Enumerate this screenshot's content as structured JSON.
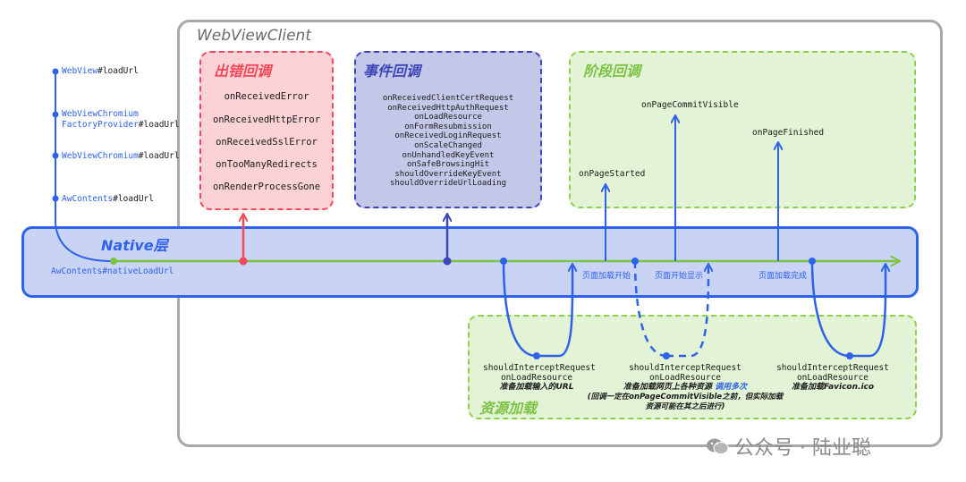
{
  "client_title": "WebViewClient",
  "error_group": {
    "title": "出错回调",
    "items": [
      "onReceivedError",
      "onReceivedHttpError",
      "onReceivedSslError",
      "onTooManyRedirects",
      "onRenderProcessGone"
    ]
  },
  "event_group": {
    "title": "事件回调",
    "items": [
      "onReceivedClientCertRequest",
      "onReceivedHttpAuthRequest",
      "onLoadResource",
      "onFormResubmission",
      "onReceivedLoginRequest",
      "onScaleChanged",
      "onUnhandledKeyEvent",
      "onSafeBrowsingHit",
      "shouldOverrideKeyEvent",
      "shouldOverrideUrlLoading"
    ]
  },
  "stage_group": {
    "title": "阶段回调",
    "started": "onPageStarted",
    "commit_visible": "onPageCommitVisible",
    "finished": "onPageFinished"
  },
  "native": {
    "title": "Native层",
    "entry": "AwContents#nativeLoadUrl",
    "label_start": "页面加载开始",
    "label_show": "页面开始显示",
    "label_done": "页面加载完成"
  },
  "call_chain": [
    {
      "cls": "WebView",
      "method": "loadUrl"
    },
    {
      "cls": "WebViewChromium",
      "cls2": "FactoryProvider",
      "method": "loadUrl"
    },
    {
      "cls": "WebViewChromium",
      "method": "loadUrl"
    },
    {
      "cls": "AwContents",
      "method": "loadUrl"
    }
  ],
  "resource_group": {
    "title": "资源加载",
    "left": {
      "line1": "shouldInterceptRequest",
      "line2": "onLoadResource",
      "note": "准备加载输入的URL"
    },
    "middle": {
      "line1": "shouldInterceptRequest",
      "line2": "onLoadResource",
      "note_a": "准备加载网页上各种资源",
      "note_b": "调用多次",
      "note_c": "(回调一定在onPageCommitVisible之前，但实际加载",
      "note_d": "资源可能在其之后进行)"
    },
    "right": {
      "line1": "shouldInterceptRequest",
      "line2": "onLoadResource",
      "note": "准备加载Favicon.ico"
    }
  },
  "watermark": "公众号 · 陆业聪",
  "colors": {
    "red": "#f2485a",
    "navy": "#3d46b8",
    "green": "#7cc245",
    "blue": "#2f62ea"
  }
}
